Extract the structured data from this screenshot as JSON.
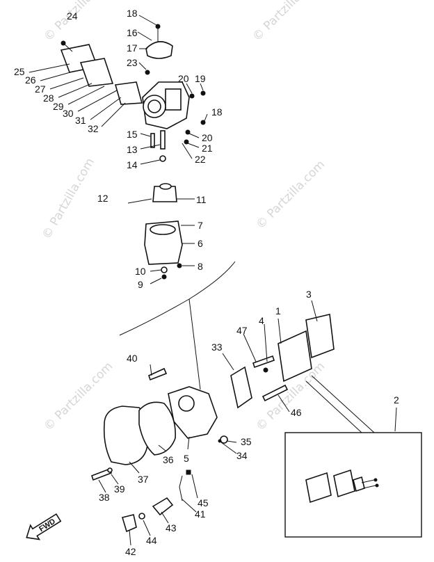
{
  "watermark": "© Partzilla.com",
  "arrow_label": "FWD",
  "callouts": {
    "c1": "1",
    "c2": "2",
    "c3": "3",
    "c4": "4",
    "c5": "5",
    "c6": "6",
    "c7": "7",
    "c8": "8",
    "c9": "9",
    "c10": "10",
    "c11": "11",
    "c12": "12",
    "c13": "13",
    "c14": "14",
    "c15": "15",
    "c16": "16",
    "c17": "17",
    "c18a": "18",
    "c18b": "18",
    "c19": "19",
    "c20a": "20",
    "c20b": "20",
    "c21": "21",
    "c22": "22",
    "c23": "23",
    "c24": "24",
    "c25": "25",
    "c26": "26",
    "c27": "27",
    "c28": "28",
    "c29": "29",
    "c30": "30",
    "c31": "31",
    "c32": "32",
    "c33": "33",
    "c34": "34",
    "c35": "35",
    "c36": "36",
    "c37": "37",
    "c38": "38",
    "c39": "39",
    "c40": "40",
    "c41": "41",
    "c42": "42",
    "c43": "43",
    "c44": "44",
    "c45": "45",
    "c46": "46",
    "c47": "47"
  }
}
